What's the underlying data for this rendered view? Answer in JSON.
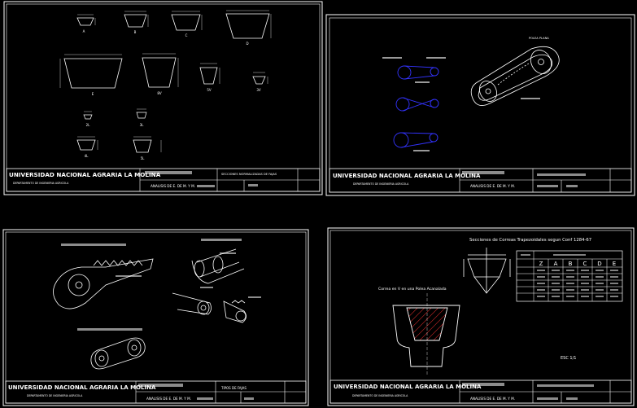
{
  "sheets": [
    {
      "title_university": "UNIVERSIDAD NACIONAL AGRARIA LA MOLINA",
      "title_department": "DEPARTAMENTO DE INGENIERIA AGRICOLA",
      "title_subject": "ANALISIS DE E. DE M. Y M.",
      "title_drawing": "SECCIONES NORMALIZADAS DE FAJAS",
      "profile_labels": [
        "A",
        "B",
        "C",
        "D",
        "E",
        "8V",
        "5V",
        "3V",
        "2L",
        "3L",
        "4L",
        "5L"
      ]
    },
    {
      "title_university": "UNIVERSIDAD NACIONAL AGRARIA LA MOLINA",
      "title_department": "DEPARTAMENTO DE INGENIERIA AGRICOLA",
      "title_subject": "ANALISIS DE E. DE M. Y M.",
      "label_polea_plana": "POLEA PLANA"
    },
    {
      "title_university": "UNIVERSIDAD NACIONAL AGRARIA LA MOLINA",
      "title_department": "DEPARTAMENTO DE INGENIERIA AGRICOLA",
      "title_subject": "ANALISIS DE E. DE M. Y M.",
      "title_drawing": "TIPOS DE FAJAS"
    },
    {
      "title_university": "UNIVERSIDAD NACIONAL AGRARIA LA MOLINA",
      "title_department": "DEPARTAMENTO DE INGENIERIA AGRICOLA",
      "title_subject": "ANALISIS DE E. DE M. Y M.",
      "table_title": "Secciones de Correas Trapezoidales segun Conf 1284-67",
      "pulley_caption": "Correa en V en una Polea Acanalada",
      "scale": "ESC 1/1",
      "table_headers": [
        "Z",
        "A",
        "B",
        "C",
        "D",
        "E"
      ]
    }
  ],
  "colors": {
    "background": "#000000",
    "line": "#ffffff",
    "accent_blue": "#3333ff",
    "accent_red": "#ff3333"
  }
}
